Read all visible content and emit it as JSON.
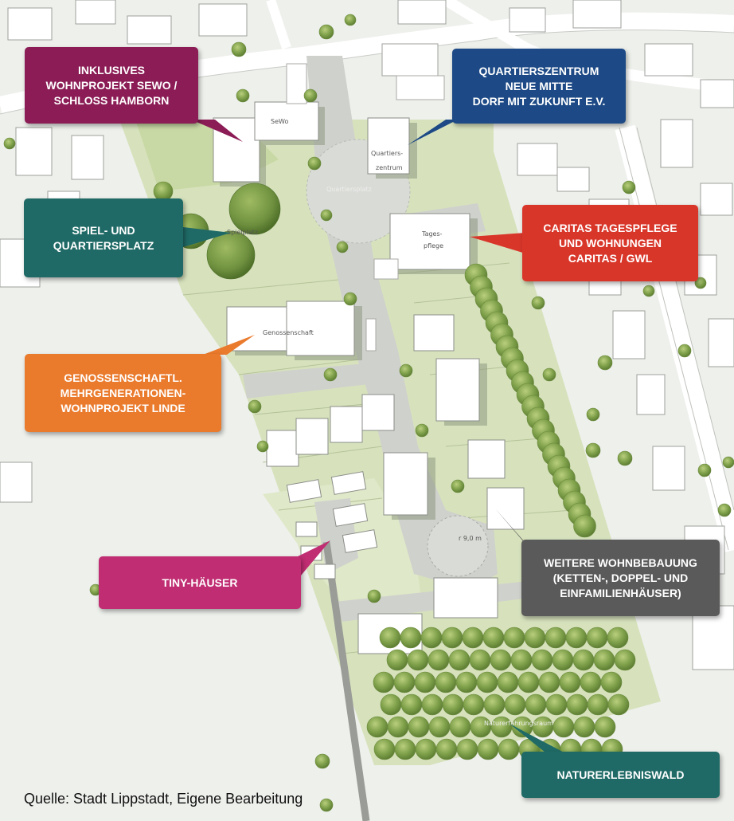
{
  "map_labels": {
    "sewo": "SeWo",
    "quartierszentrum_1": "Quartiers-",
    "quartierszentrum_2": "zentrum",
    "quartiersplatz": "Quartiersplatz",
    "spielplatz": "Spielplatz",
    "tagespflege_1": "Tages-",
    "tagespflege_2": "pflege",
    "genossenschaft": "Genossenschaft",
    "radius": "r 9,0 m",
    "naturerfahrungsraum": "Naturerfahrungsraum"
  },
  "callouts": {
    "sewo": {
      "text": "INKLUSIVES\nWOHNPROJEKT SEWO /\nSCHLOSS HAMBORN",
      "color": "#8b1c55"
    },
    "quartierszentrum": {
      "text": "QUARTIERSZENTRUM\nNEUE MITTE\nDORF MIT ZUKUNFT E.V.",
      "color": "#1d4a86"
    },
    "spielplatz": {
      "text": "SPIEL- UND\nQUARTIERSPLATZ",
      "color": "#1f6a66"
    },
    "caritas": {
      "text": "CARITAS TAGESPFLEGE\nUND WOHNUNGEN\nCARITAS / GWL",
      "color": "#d9362a"
    },
    "genossenschaft": {
      "text": "GENOSSENSCHAFTL.\nMEHRGENERATIONEN-\nWOHNPROJEKT LINDE",
      "color": "#ea7a2c"
    },
    "tiny": {
      "text": "TINY-HÄUSER",
      "color": "#c02d72"
    },
    "weitere": {
      "text": "WEITERE WOHNBEBAUUNG\n(KETTEN-,  DOPPEL- UND\nEINFAMILIENHÄUSER)",
      "color": "#5a5a5a"
    },
    "wald": {
      "text": "NATURERLEBNISWALD",
      "color": "#1f6a66"
    }
  },
  "source": "Quelle: Stadt Lippstadt, Eigene Bearbeitung"
}
